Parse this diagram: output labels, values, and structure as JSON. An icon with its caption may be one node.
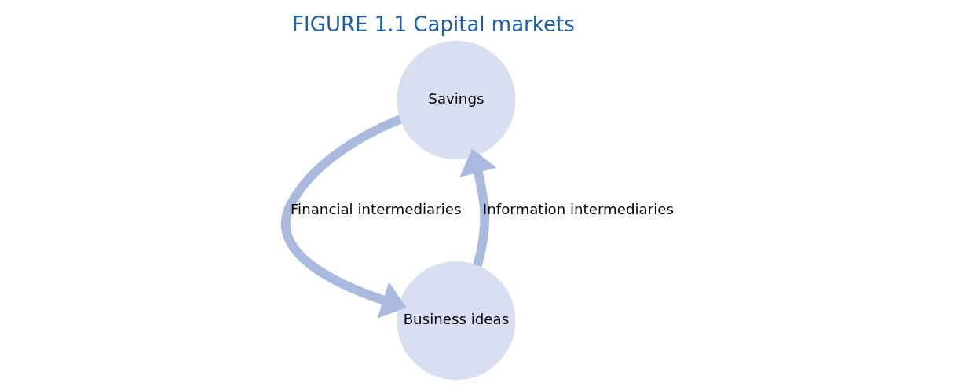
{
  "diagram": {
    "title": "FIGURE 1.1 Capital markets",
    "nodes": [
      {
        "text": [
          "Savings"
        ]
      },
      {
        "text": [
          "Business ideas"
        ]
      }
    ],
    "edges": [
      {
        "from": 0,
        "to": 1,
        "arrow": "to",
        "label": "Financial intermediaries"
      },
      {
        "from": 1,
        "to": 0,
        "arrow": "to",
        "label": "Information intermediaries"
      }
    ]
  }
}
